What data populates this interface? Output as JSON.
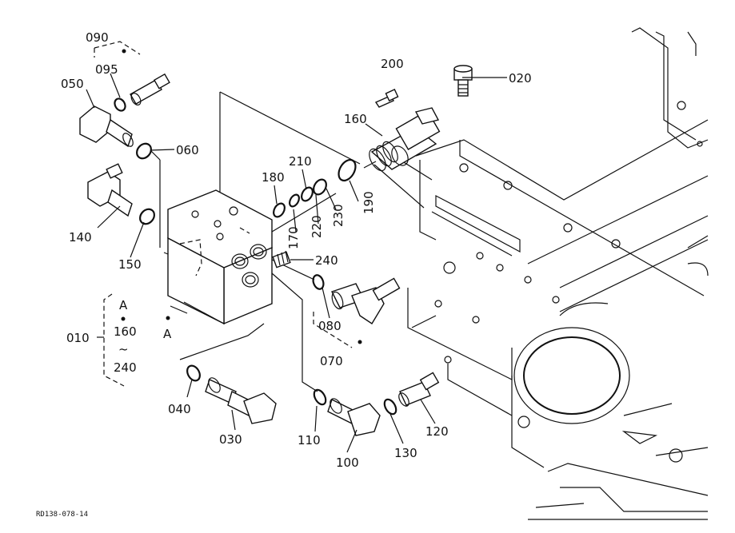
{
  "figure": {
    "drawing_code": "RD138-078-14",
    "parts": [
      {
        "id": "p090",
        "label": "090"
      },
      {
        "id": "p095",
        "label": "095"
      },
      {
        "id": "p050",
        "label": "050"
      },
      {
        "id": "p060",
        "label": "060"
      },
      {
        "id": "p200",
        "label": "200"
      },
      {
        "id": "p020",
        "label": "020"
      },
      {
        "id": "p160",
        "label": "160"
      },
      {
        "id": "p210",
        "label": "210"
      },
      {
        "id": "p180",
        "label": "180"
      },
      {
        "id": "p170",
        "label": "170"
      },
      {
        "id": "p220",
        "label": "220"
      },
      {
        "id": "p230",
        "label": "230"
      },
      {
        "id": "p190",
        "label": "190"
      },
      {
        "id": "p140",
        "label": "140"
      },
      {
        "id": "p150",
        "label": "150"
      },
      {
        "id": "p240",
        "label": "240"
      },
      {
        "id": "p080",
        "label": "080"
      },
      {
        "id": "p070",
        "label": "070"
      },
      {
        "id": "p040",
        "label": "040"
      },
      {
        "id": "p030",
        "label": "030"
      },
      {
        "id": "p110",
        "label": "110"
      },
      {
        "id": "p100",
        "label": "100"
      },
      {
        "id": "p130",
        "label": "130"
      },
      {
        "id": "p120",
        "label": "120"
      },
      {
        "id": "p010",
        "label": "010"
      }
    ],
    "group_010": {
      "from": "A",
      "mid": "160",
      "tilde": "~",
      "to": "240"
    },
    "reference_mark": "A"
  }
}
